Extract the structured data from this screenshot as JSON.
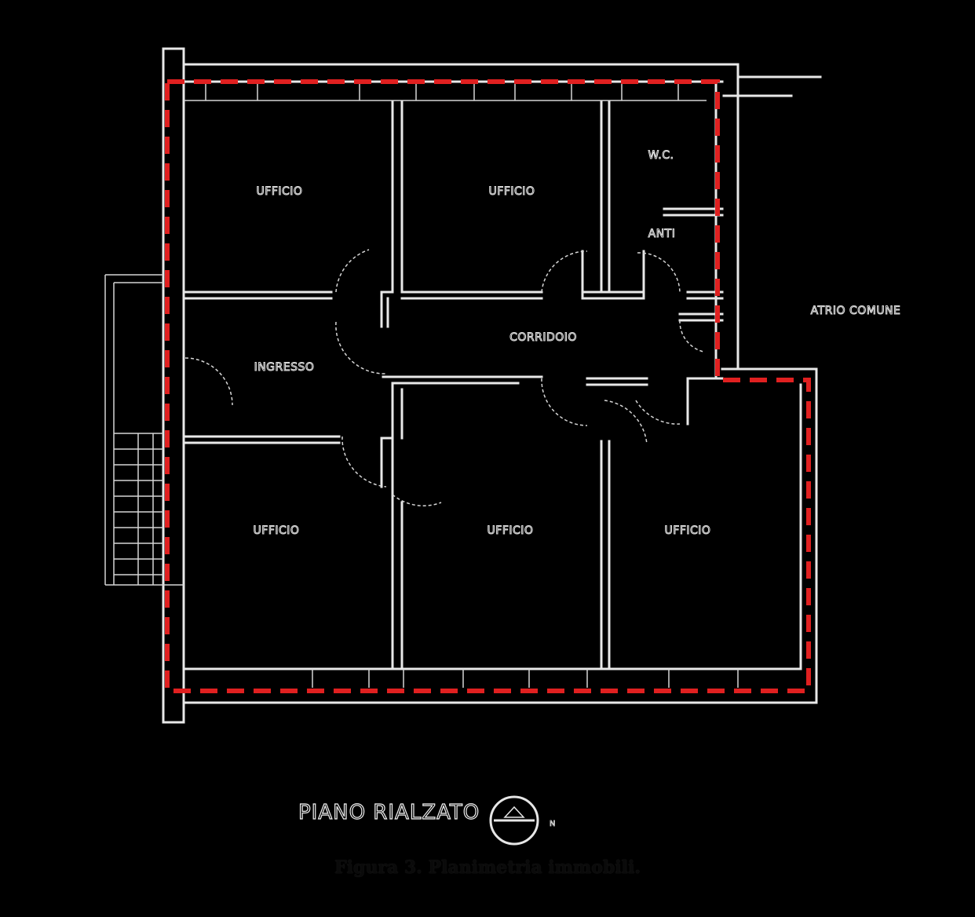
{
  "rooms": {
    "ufficio_1": "UFFICIO",
    "ufficio_2": "UFFICIO",
    "wc": "W.C.",
    "anti": "ANTI",
    "atrio": "ATRIO COMUNE",
    "corridoio": "CORRIDOIO",
    "ingresso": "INGRESSO",
    "ufficio_3": "UFFICIO",
    "ufficio_4": "UFFICIO",
    "ufficio_5": "UFFICIO"
  },
  "floor_title": "PIANO RIALZATO",
  "caption": "Figura 3. Planimetria immobili.",
  "colors": {
    "background": "#000000",
    "walls": "#e8e8e8",
    "boundary": "#e02020"
  },
  "icons": {
    "north_arrow": "north-arrow-icon"
  }
}
